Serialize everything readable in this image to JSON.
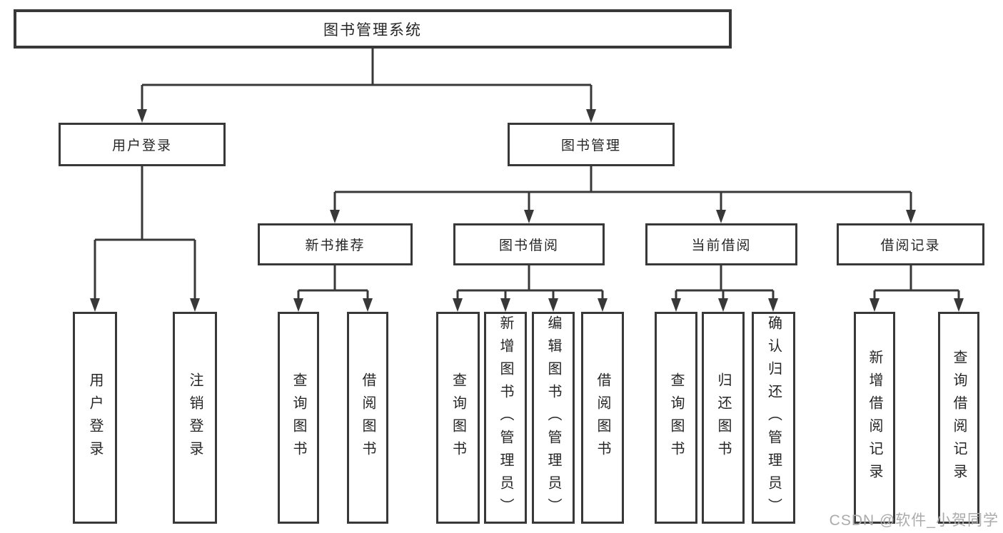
{
  "colors": {
    "line": "#383838",
    "border": "#383838",
    "text": "#262626",
    "watermark": "#ababab",
    "background": "#ffffff"
  },
  "watermark": {
    "text": "CSDN @软件_小贺同学"
  },
  "root": {
    "label": "图书管理系统"
  },
  "level2": [
    {
      "label": "用户登录"
    },
    {
      "label": "图书管理"
    }
  ],
  "level3": [
    {
      "label": "新书推荐"
    },
    {
      "label": "图书借阅"
    },
    {
      "label": "当前借阅"
    },
    {
      "label": "借阅记录"
    }
  ],
  "leaves": {
    "login": [
      {
        "label": "用户登录"
      },
      {
        "label": "注销登录"
      }
    ],
    "recommend": [
      {
        "label": "查询图书"
      },
      {
        "label": "借阅图书"
      }
    ],
    "borrow": [
      {
        "label": "查询图书"
      },
      {
        "label": "新增图书（管理员）"
      },
      {
        "label": "编辑图书（管理员）"
      },
      {
        "label": "借阅图书"
      }
    ],
    "current": [
      {
        "label": "查询图书"
      },
      {
        "label": "归还图书"
      },
      {
        "label": "确认归还（管理员）"
      }
    ],
    "records": [
      {
        "label": "新增借阅记录"
      },
      {
        "label": "查询借阅记录"
      }
    ]
  }
}
